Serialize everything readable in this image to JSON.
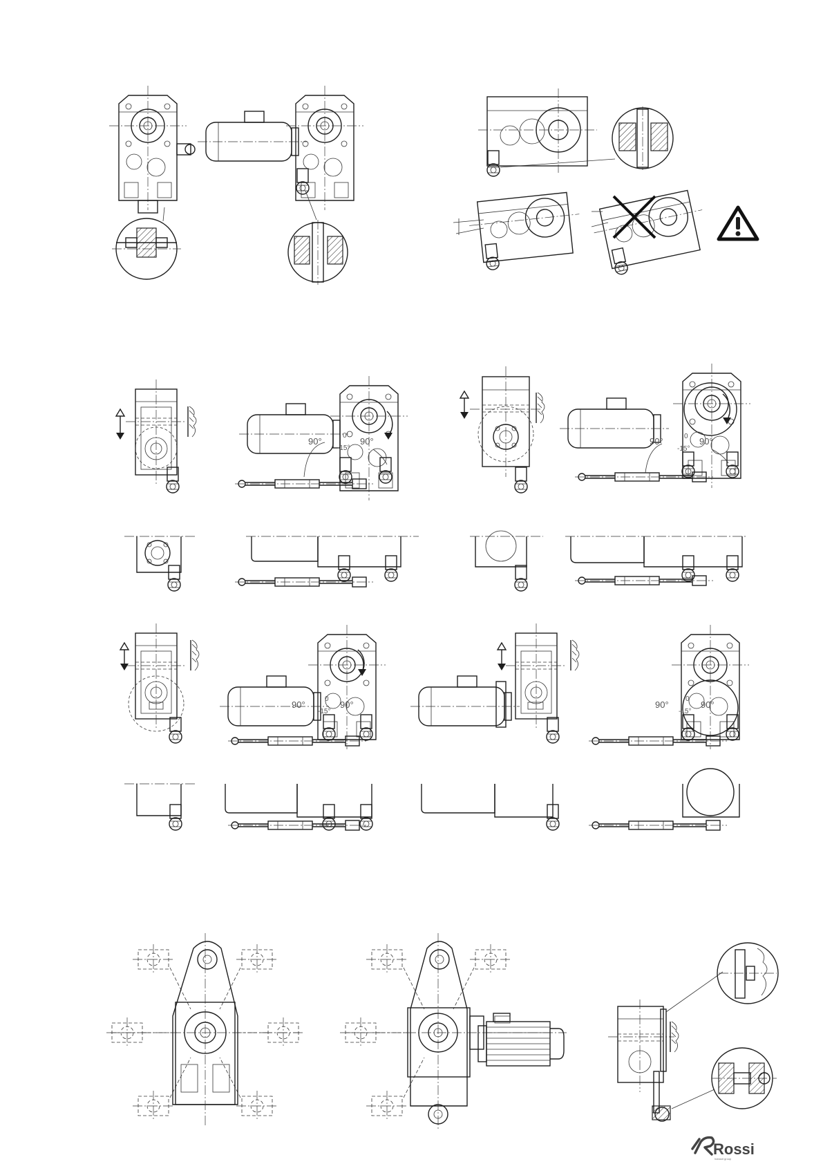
{
  "angle_labels": {
    "left": "90°",
    "right": "90°",
    "zero": "0",
    "tolerance": "-15°"
  },
  "brand": {
    "name": "Rossi",
    "tagline": "habasit group"
  },
  "icons": {
    "warning": "warning-triangle-icon",
    "prohibited": "cross-out-icon",
    "load_arrows": "up-down-arrow-icon",
    "rotation": "rotation-arrow-icon"
  }
}
